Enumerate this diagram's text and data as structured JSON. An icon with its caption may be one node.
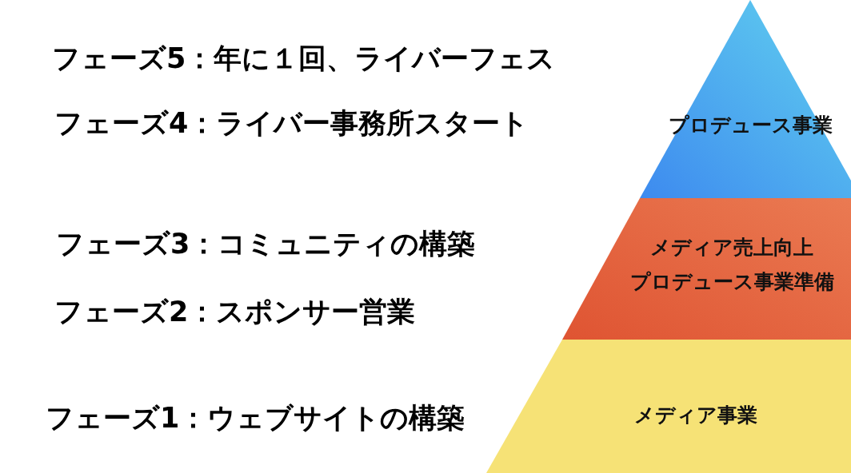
{
  "diagram": {
    "nodes": [
      {
        "text": [
          "プロデュース事業"
        ]
      },
      {
        "text": [
          "メディア売上向上",
          "プロデュース事業準備"
        ]
      },
      {
        "text": [
          "メディア事業"
        ]
      }
    ],
    "edges": [],
    "labels": [
      "フェーズ5：年に１回、ライバーフェス",
      "フェーズ4：ライバー事務所スタート",
      "フェーズ3：コミュニティの構築",
      "フェーズ2：スポンサー営業",
      "フェーズ1：ウェブサイトの構築"
    ]
  }
}
